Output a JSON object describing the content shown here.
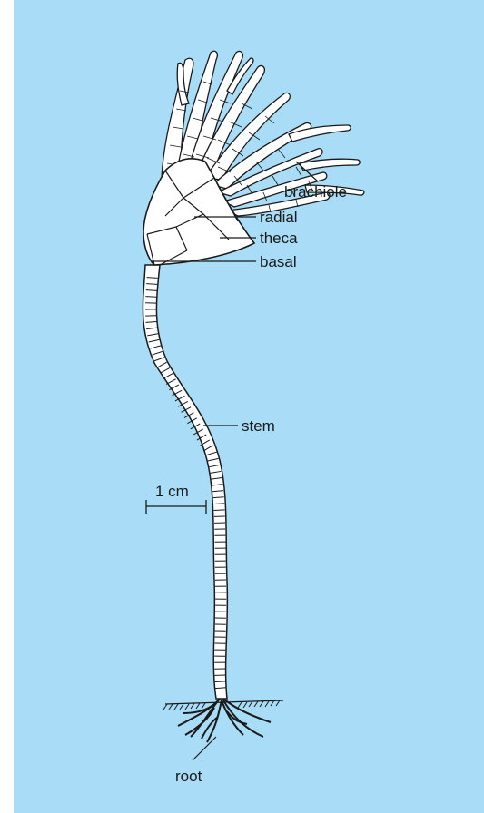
{
  "colors": {
    "background": "#a8dcf7",
    "ink": "#1a1a1a",
    "specimen_fill": "#ffffff"
  },
  "labels": {
    "brachiole": "brachiole",
    "radial": "radial",
    "theca": "theca",
    "basal": "basal",
    "stem": "stem",
    "root": "root"
  },
  "scale_bar": {
    "label": "1 cm"
  }
}
